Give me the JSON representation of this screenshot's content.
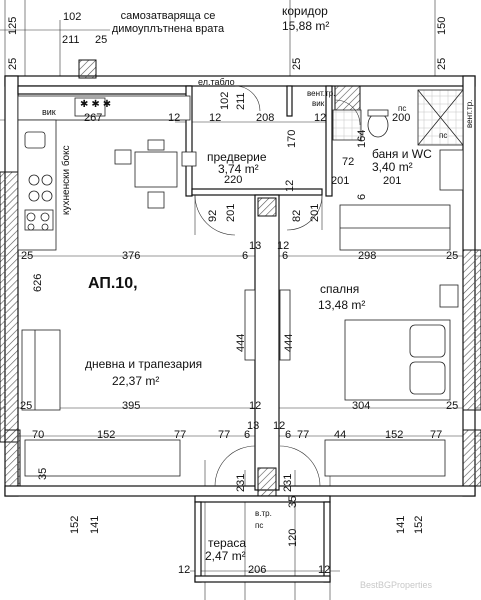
{
  "apartment": "АП.10,",
  "rooms": {
    "koridor": {
      "name": "коридор",
      "area": "15,88 m²"
    },
    "predverie": {
      "name": "предверие",
      "area": "3,74 m²"
    },
    "banya": {
      "name": "баня и WC",
      "area": "3,40 m²"
    },
    "spalnya": {
      "name": "спалня",
      "area": "13,48 m²"
    },
    "dnevna": {
      "name": "дневна и трапезария",
      "area": "22,37 m²"
    },
    "terasa": {
      "name": "тераса",
      "area": "2,47 m²"
    }
  },
  "notes": {
    "door": "самозатваряща се димоуплътнена врата",
    "panel": "ел.табло",
    "kitchen_box": "кухненски бокс",
    "vent_left": "вик",
    "vent_top": "вент.тр.",
    "vent_bath": "вик",
    "vent_shaft": "вент.тр.",
    "ps": "пс",
    "ps2": "пс",
    "vent_terrace": "в.тр.",
    "ps3": "пс"
  },
  "dimensions": {
    "d102": "102",
    "d211a": "211",
    "d25a": "25",
    "d125": "125",
    "d25b": "25",
    "d150": "150",
    "d25c": "25",
    "d25d": "25",
    "d267": "267",
    "d12a": "12",
    "d12b": "12",
    "d208": "208",
    "d12c": "12",
    "d200": "200",
    "d170": "170",
    "d102b": "102",
    "d211b": "211",
    "d164": "164",
    "d72": "72",
    "d220": "220",
    "d201a": "201",
    "d201b": "201",
    "d6a": "6",
    "d12d": "12",
    "d92": "92",
    "d201c": "201",
    "d82": "82",
    "d201d": "201",
    "d13a": "13",
    "d12e": "12",
    "d6b": "6",
    "d6c": "6",
    "d25e": "25",
    "d376": "376",
    "d298": "298",
    "d25f": "25",
    "d626": "626",
    "d444a": "444",
    "d444b": "444",
    "d25g": "25",
    "d395": "395",
    "d12f": "12",
    "d304": "304",
    "d25h": "25",
    "d13b": "13",
    "d12g": "12",
    "d70": "70",
    "d152a": "152",
    "d77a": "77",
    "d77b": "77",
    "d6d": "6",
    "d6e": "6",
    "d77c": "77",
    "d44": "44",
    "d152b": "152",
    "d77d": "77",
    "d35a": "35",
    "d231a": "231",
    "d231b": "231",
    "d35b": "35",
    "d120": "120",
    "d152c": "152",
    "d141a": "141",
    "d141b": "141",
    "d152d": "152",
    "d12h": "12",
    "d206": "206",
    "d12i": "12"
  },
  "watermark": "BestBGProperties"
}
